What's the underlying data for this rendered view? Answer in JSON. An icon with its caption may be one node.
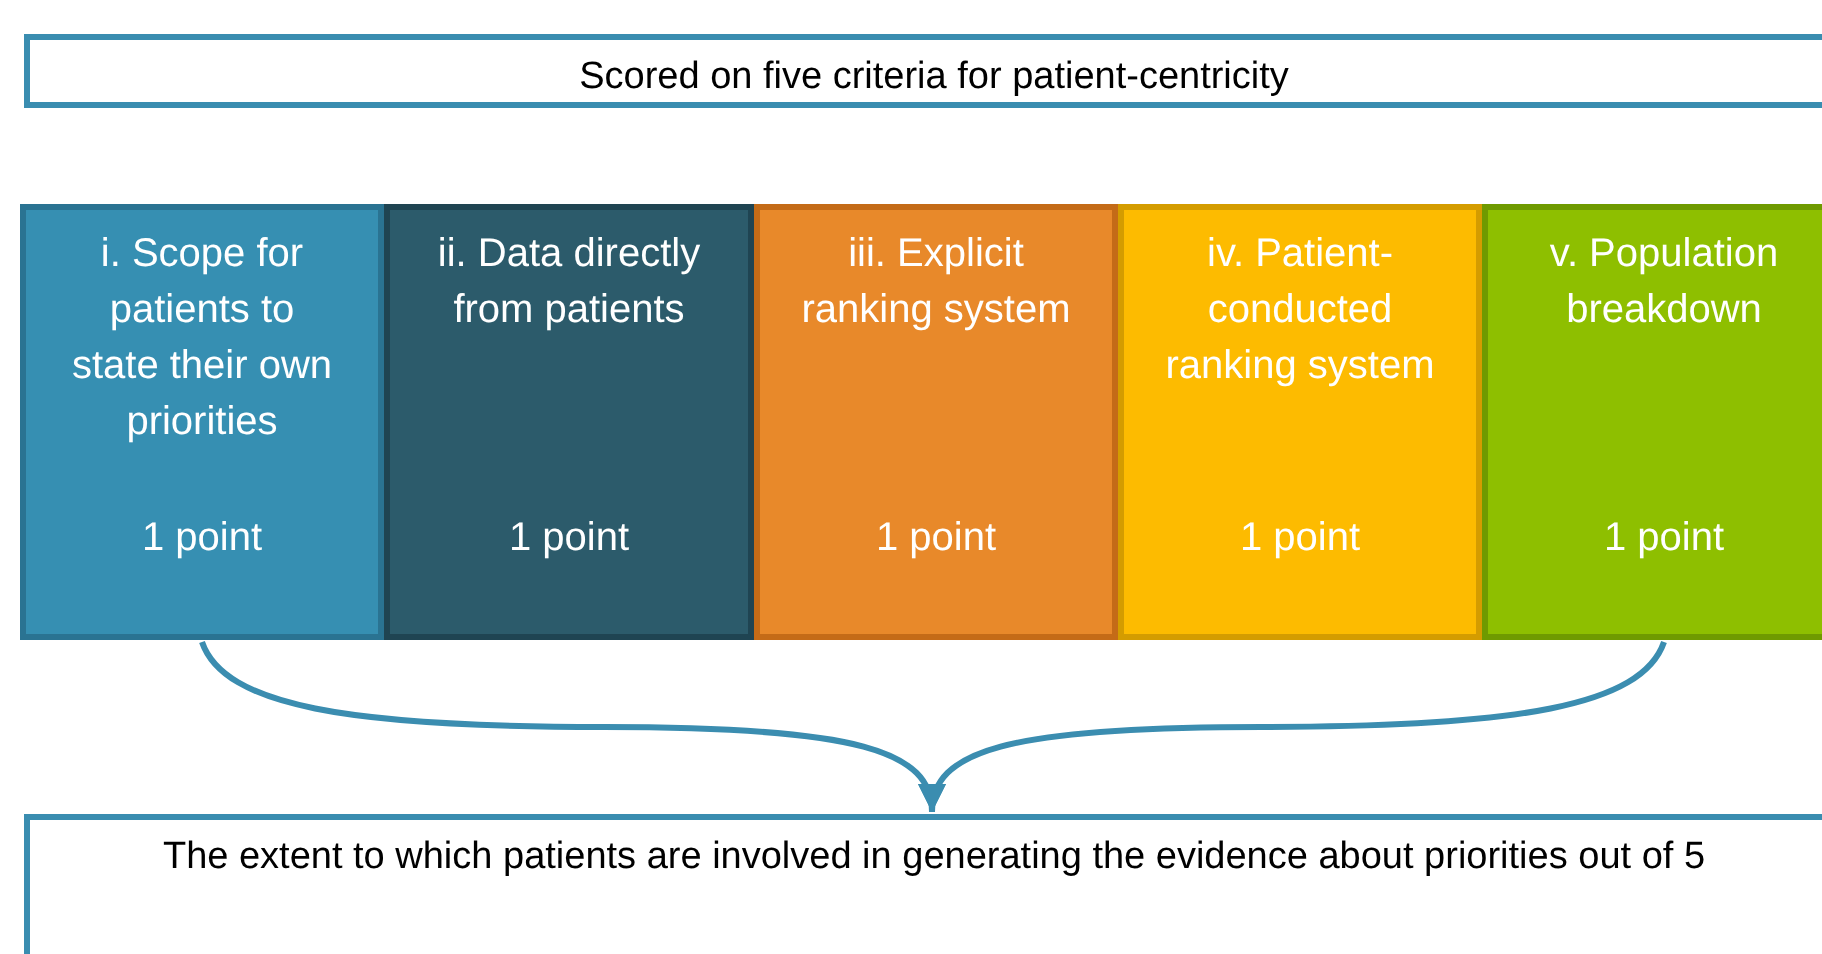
{
  "diagram": {
    "nodes": [
      {
        "text": [
          "Scored on five criteria for patient-centricity"
        ]
      },
      {
        "text": [
          "i. Scope for patients to state their own priorities",
          "1 point"
        ]
      },
      {
        "text": [
          "ii. Data directly from patients",
          "1 point"
        ]
      },
      {
        "text": [
          "iii. Explicit ranking system",
          "1 point"
        ]
      },
      {
        "text": [
          "iv. Patient-conducted ranking system",
          "1 point"
        ]
      },
      {
        "text": [
          "v. Population breakdown",
          "1 point"
        ]
      },
      {
        "text": [
          "The extent to which patients are involved in generating the evidence about priorities out of 5"
        ]
      }
    ],
    "edges": [
      {
        "from": 1,
        "to": 6,
        "arrow": "to"
      },
      {
        "from": 5,
        "to": 6,
        "arrow": "to"
      }
    ]
  }
}
